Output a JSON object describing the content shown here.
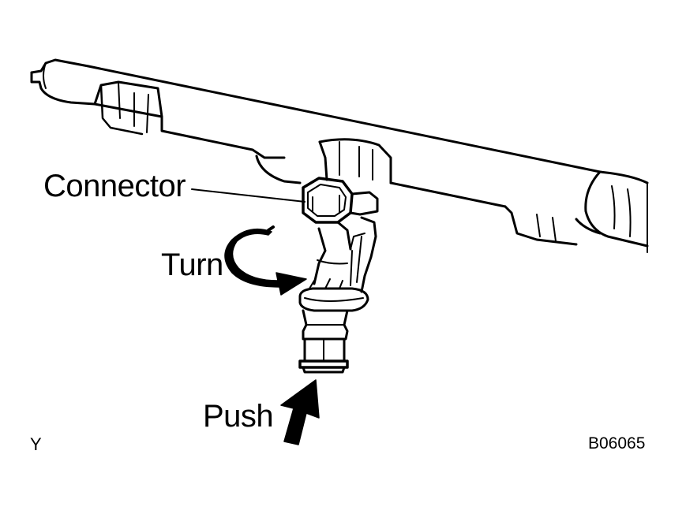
{
  "figure": {
    "labels": {
      "connector": "Connector",
      "turn": "Turn",
      "push": "Push",
      "corner_mark": "Y",
      "figure_code": "B06065"
    },
    "parts": [
      "fuel-delivery-pipe",
      "fuel-injector",
      "injector-connector",
      "turn-arrow",
      "push-arrow",
      "leader-line"
    ],
    "colors": {
      "line": "#000000",
      "background": "#ffffff"
    }
  }
}
